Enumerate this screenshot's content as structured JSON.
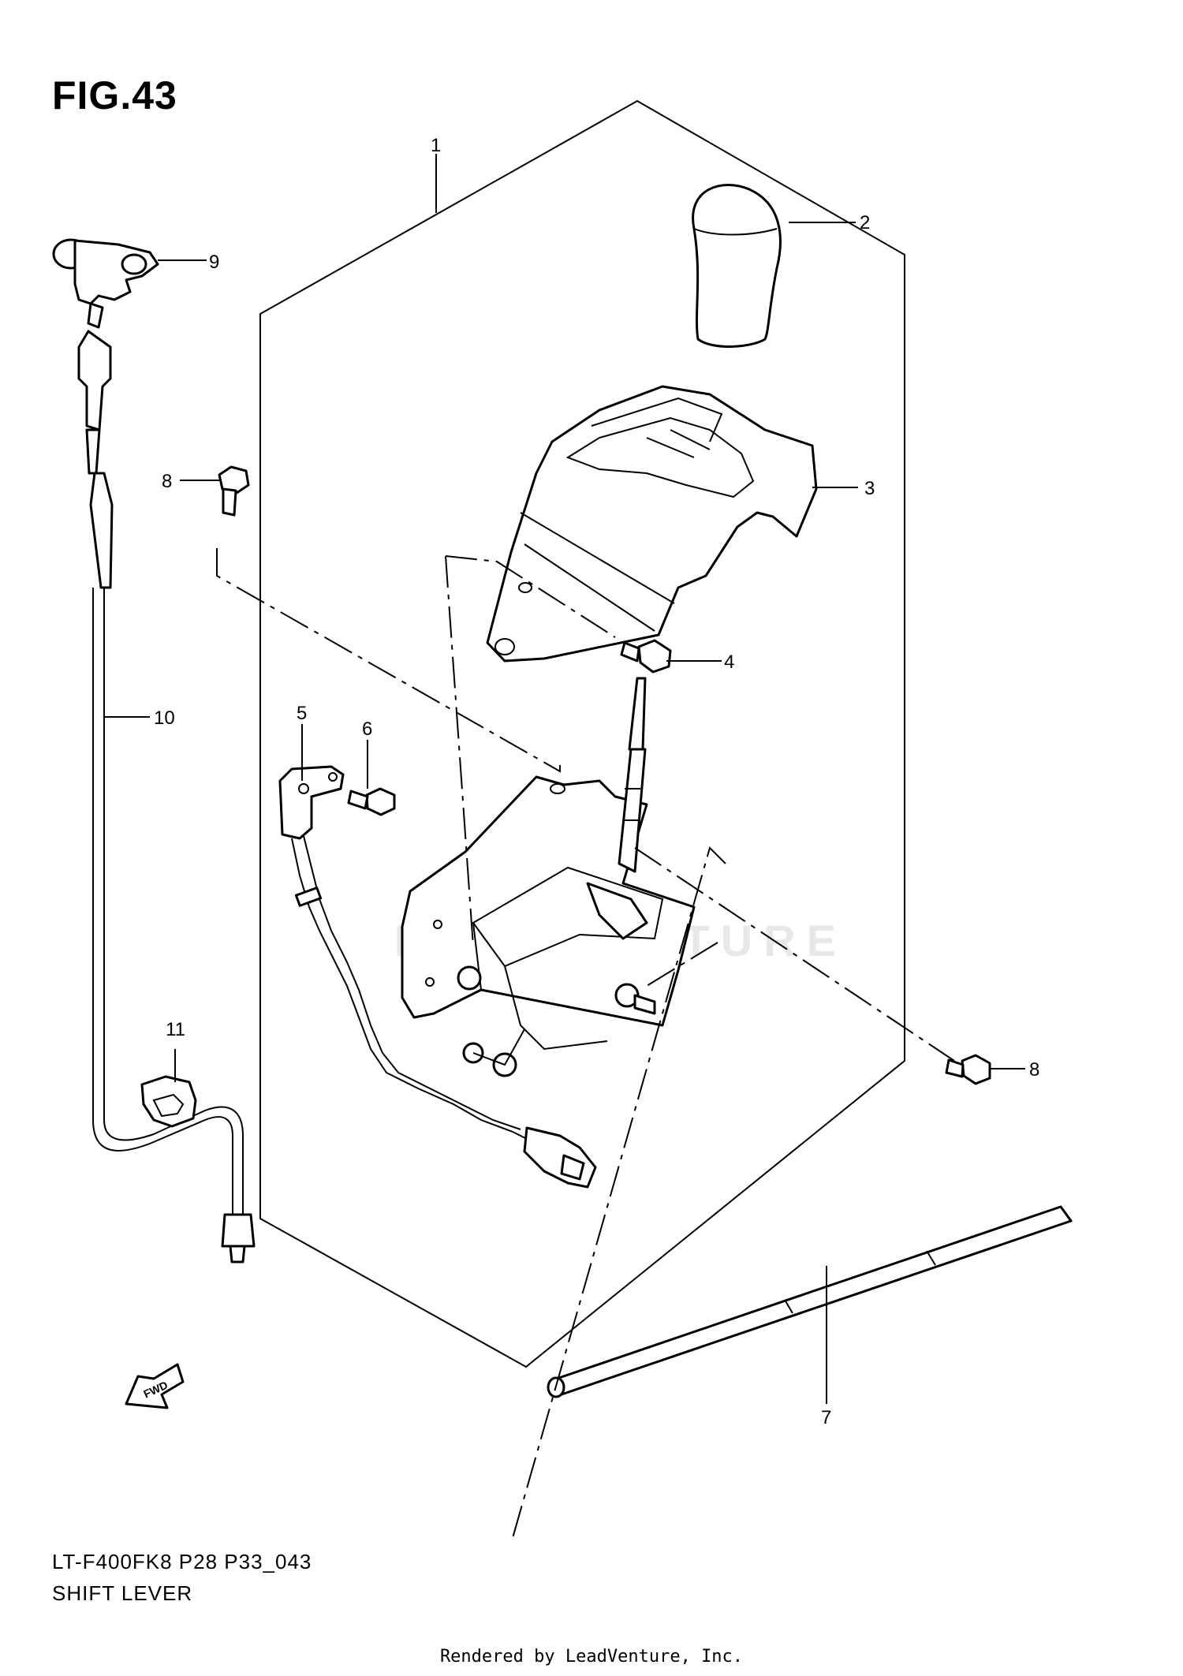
{
  "figure": {
    "title": "FIG.43",
    "model_code": "LT-F400FK8 P28 P33_043",
    "section_name": "SHIFT LEVER"
  },
  "callouts": [
    "1",
    "2",
    "3",
    "4",
    "5",
    "6",
    "7",
    "8",
    "8",
    "9",
    "10",
    "11"
  ],
  "fwd_arrow_label": "FWD",
  "watermark": "LEADVENTURE",
  "credit": "Rendered by LeadVenture, Inc."
}
